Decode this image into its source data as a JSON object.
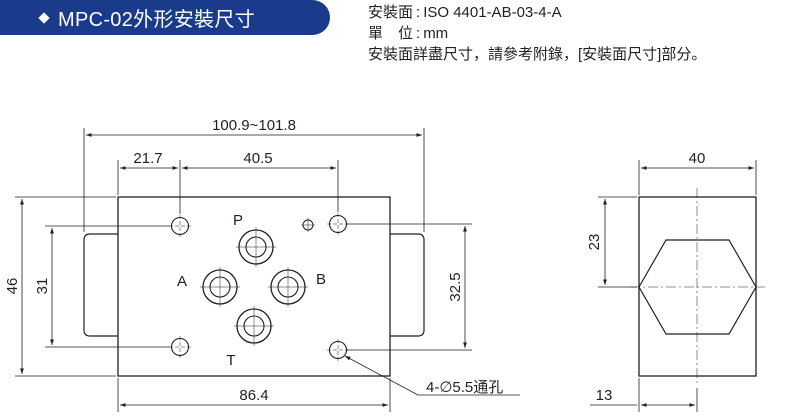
{
  "header": {
    "title": "MPC-02外形安裝尺寸",
    "accent_color": "#1a3a8c"
  },
  "specs": {
    "mount_label": "安裝面",
    "mount_value": "ISO 4401-AB-03-4-A",
    "unit_label": "單　位",
    "unit_value": "mm",
    "note": "安裝面詳盡尺寸，請參考附錄，[安裝面尺寸]部分。",
    "separator": ":"
  },
  "drawing": {
    "dims": {
      "overall_length": "100.9~101.8",
      "left_offset": "21.7",
      "port_spacing": "40.5",
      "body_height": "46",
      "mount_spacing": "31",
      "port_offset": "32.5",
      "body_length": "86.4",
      "side_width": "40",
      "side_offset": "23",
      "side_bottom": "13"
    },
    "ports": {
      "p": "P",
      "a": "A",
      "b": "B",
      "t": "T"
    },
    "hole_note": "4-∅5.5通孔"
  }
}
